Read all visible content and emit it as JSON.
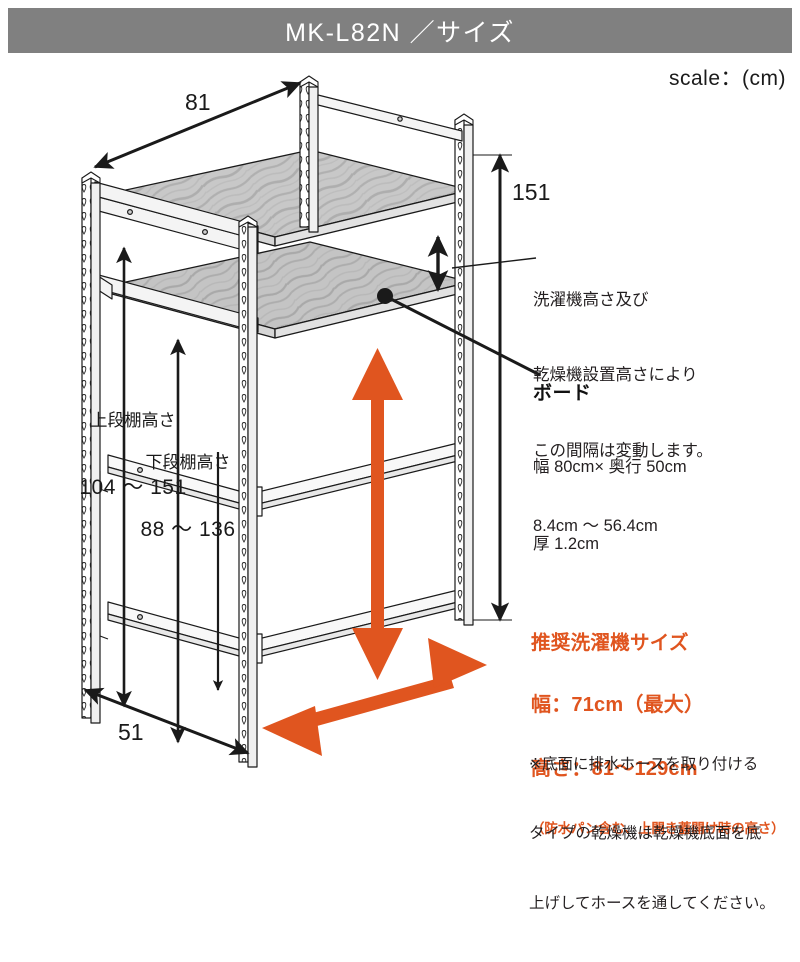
{
  "header": {
    "title": "MK-L82N ／サイズ"
  },
  "scale": {
    "label": "scale：(cm)"
  },
  "dimensions": {
    "width_top": "81",
    "height_right": "151",
    "depth_bottom": "51",
    "upper_shelf": {
      "label": "上段棚高さ",
      "value": "104 〜 151"
    },
    "lower_shelf": {
      "label": "下段棚高さ",
      "value": "88 〜 136"
    }
  },
  "gap_note": {
    "line1": "洗濯機高さ及び",
    "line2": "乾燥機設置高さにより",
    "line3": "この間隔は変動します。",
    "line4": "8.4cm 〜 56.4cm"
  },
  "board": {
    "title": "ボード",
    "spec1": "幅 80cm× 奥行 50cm",
    "spec2": "厚 1.2cm"
  },
  "washer": {
    "title": "推奨洗濯機サイズ",
    "width": "幅：71cm（最大）",
    "height": "高さ：81〜129cm",
    "note": "（防水パン含む、上開き蓋開け時の高さ）"
  },
  "foot_note": {
    "line1": "※底面に排水ホースを取り付ける",
    "line2": "タイプの乾燥機は乾燥機底面を底",
    "line3": "上げしてホースを通してください。"
  },
  "colors": {
    "header_bg": "#808080",
    "accent_orange": "#e0551f",
    "line_black": "#1a1a1a",
    "shelf_gray": "#c9c9c9"
  },
  "icons": {
    "arrow_width": "double-arrow-icon",
    "arrow_height": "double-arrow-icon",
    "arrow_depth": "double-arrow-icon",
    "leader_dot": "leader-dot-icon"
  }
}
